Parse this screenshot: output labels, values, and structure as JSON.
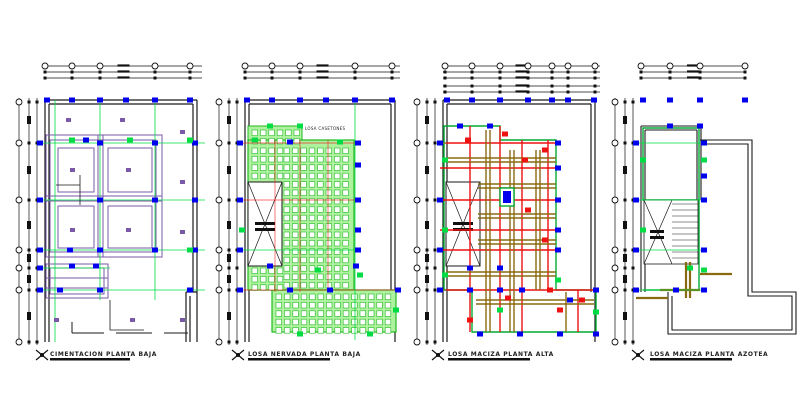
{
  "sheets": [
    {
      "id": "foundation",
      "title": "CIMENTACION PLANTA BAJA",
      "note": ""
    },
    {
      "id": "ribbed-slab",
      "title": "LOSA NERVADA PLANTA BAJA",
      "note": "LOSA CASETONES"
    },
    {
      "id": "solid-slab-upper",
      "title": "LOSA MACIZA PLANTA ALTA",
      "note": ""
    },
    {
      "id": "solid-slab-roof",
      "title": "LOSA MACIZA PLANTA AZOTEA",
      "note": ""
    }
  ],
  "colors": {
    "background": "#ffffff",
    "wall": "#1a1a1a",
    "dimension": "#111111",
    "footing": "#7a5aa8",
    "grid_green": "#00dd44",
    "rib_green": "#22b822",
    "column_blue": "#0000ee",
    "beam_red": "#ee1111",
    "beam_brown": "#8a6a10",
    "rebar_olive": "#6a6a00"
  },
  "icons": [
    "grid-axis-bubble-icon",
    "north-arrow-icon",
    "stair-cross-icon"
  ]
}
